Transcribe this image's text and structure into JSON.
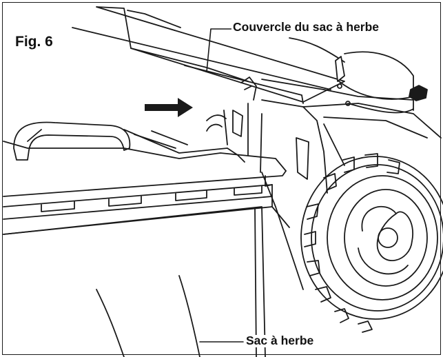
{
  "figure": {
    "number": "Fig. 6",
    "labels": {
      "cover": "Couvercle du sac à herbe",
      "bag": "Sac à herbe"
    }
  },
  "colors": {
    "line": "#1a1a1a",
    "background": "#ffffff"
  },
  "icons": {
    "arrow": "right-arrow-icon"
  }
}
